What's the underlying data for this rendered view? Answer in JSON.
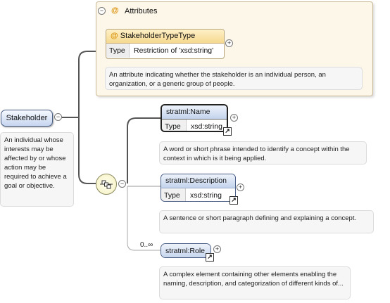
{
  "root": {
    "name": "Stakeholder",
    "doc": "An individual whose interests may be affected by or whose action may be required to achieve a goal or objective."
  },
  "attributes": {
    "title": "Attributes",
    "attribute": {
      "name": "StakeholderTypeType",
      "type_label": "Type",
      "type_value": "Restriction of 'xsd:string'"
    },
    "doc": "An attribute indicating whether the stakeholder is an individual person, an organization, or a generic group of people."
  },
  "elements": [
    {
      "name": "stratml:Name",
      "type_label": "Type",
      "type_value": "xsd:string",
      "doc": "A word or short phrase intended to identify a concept within the context in which is it being applied."
    },
    {
      "name": "stratml:Description",
      "type_label": "Type",
      "type_value": "xsd:string",
      "doc": "A sentence or short paragraph defining and explaining a concept."
    },
    {
      "name": "stratml:Role",
      "occurs": "0..∞",
      "doc": "A complex element containing other elements enabling the naming, description, and categorization of different kinds of..."
    }
  ],
  "icons": {
    "collapse": "minus-icon",
    "expand": "plus-icon",
    "reference": "arrow-link-icon",
    "sequence": "sequence-compositor-icon",
    "attribute": "at-icon"
  }
}
